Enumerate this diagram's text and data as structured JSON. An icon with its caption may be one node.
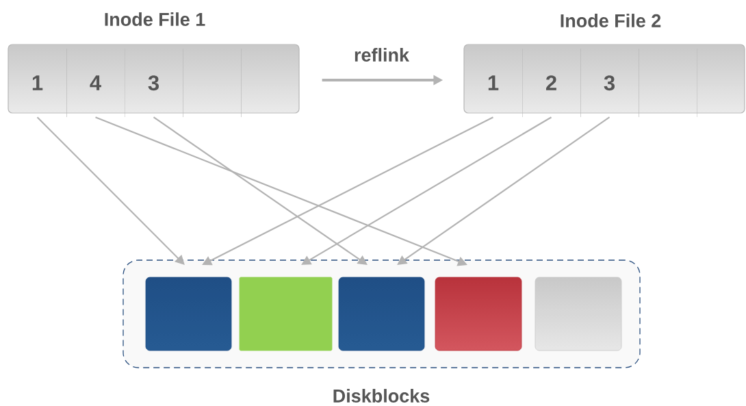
{
  "diagram": {
    "nodes": [
      {
        "text": [
          "Inode File 1"
        ]
      },
      {
        "text": [
          "1"
        ],
        "in": 0
      },
      {
        "text": [
          "4"
        ],
        "in": 0
      },
      {
        "text": [
          "3"
        ],
        "in": 0
      },
      {
        "text": [],
        "shape": "box",
        "in": 0
      },
      {
        "text": [],
        "shape": "box",
        "in": 0
      },
      {
        "text": [
          "Inode File 2"
        ]
      },
      {
        "text": [
          "1"
        ],
        "in": 6
      },
      {
        "text": [
          "2"
        ],
        "in": 6
      },
      {
        "text": [
          "3"
        ],
        "in": 6
      },
      {
        "text": [],
        "shape": "box",
        "in": 6
      },
      {
        "text": [],
        "shape": "box",
        "in": 6
      },
      {
        "text": [
          "Diskblocks"
        ]
      },
      {
        "text": [],
        "shape": "box",
        "in": 12
      },
      {
        "text": [],
        "shape": "box",
        "in": 12
      },
      {
        "text": [],
        "shape": "box",
        "in": 12
      },
      {
        "text": [],
        "shape": "box",
        "in": 12
      },
      {
        "text": [],
        "shape": "box",
        "in": 12
      }
    ],
    "edges": [
      {
        "from": 0,
        "to": 6,
        "arrow": "to",
        "label": "reflink",
        "style": "thick"
      },
      {
        "from": 1,
        "to": 13,
        "arrow": "to"
      },
      {
        "from": 2,
        "to": 16,
        "arrow": "to"
      },
      {
        "from": 3,
        "to": 15,
        "arrow": "to"
      },
      {
        "from": 7,
        "to": 13,
        "arrow": "to"
      },
      {
        "from": 8,
        "to": 14,
        "arrow": "to"
      },
      {
        "from": 9,
        "to": 15,
        "arrow": "to"
      }
    ]
  }
}
